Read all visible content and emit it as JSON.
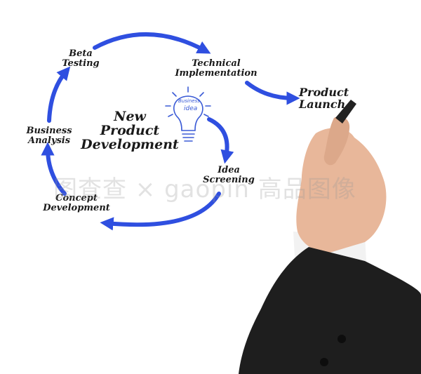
{
  "diagram": {
    "center_title": [
      "New",
      "Product",
      "Development"
    ],
    "bulb": {
      "top": "Business",
      "bottom": "idea"
    },
    "steps": {
      "idea_screening": [
        "Idea",
        "Screening"
      ],
      "concept_development": [
        "Concept",
        "Development"
      ],
      "business_analysis": [
        "Business",
        "Analysis"
      ],
      "beta_testing": [
        "Beta",
        "Testing"
      ],
      "technical_implementation": [
        "Technical",
        "Implementation"
      ],
      "product_launch": [
        "Product",
        "Launch"
      ]
    },
    "colors": {
      "arrow": "#2f4fe0",
      "text": "#1a1a1a",
      "bulb": "#3b5bd6",
      "sleeve": "#1e1e1e",
      "skin": "#e8b79a"
    }
  },
  "watermark": "图查查 × gaopin 高品图像"
}
